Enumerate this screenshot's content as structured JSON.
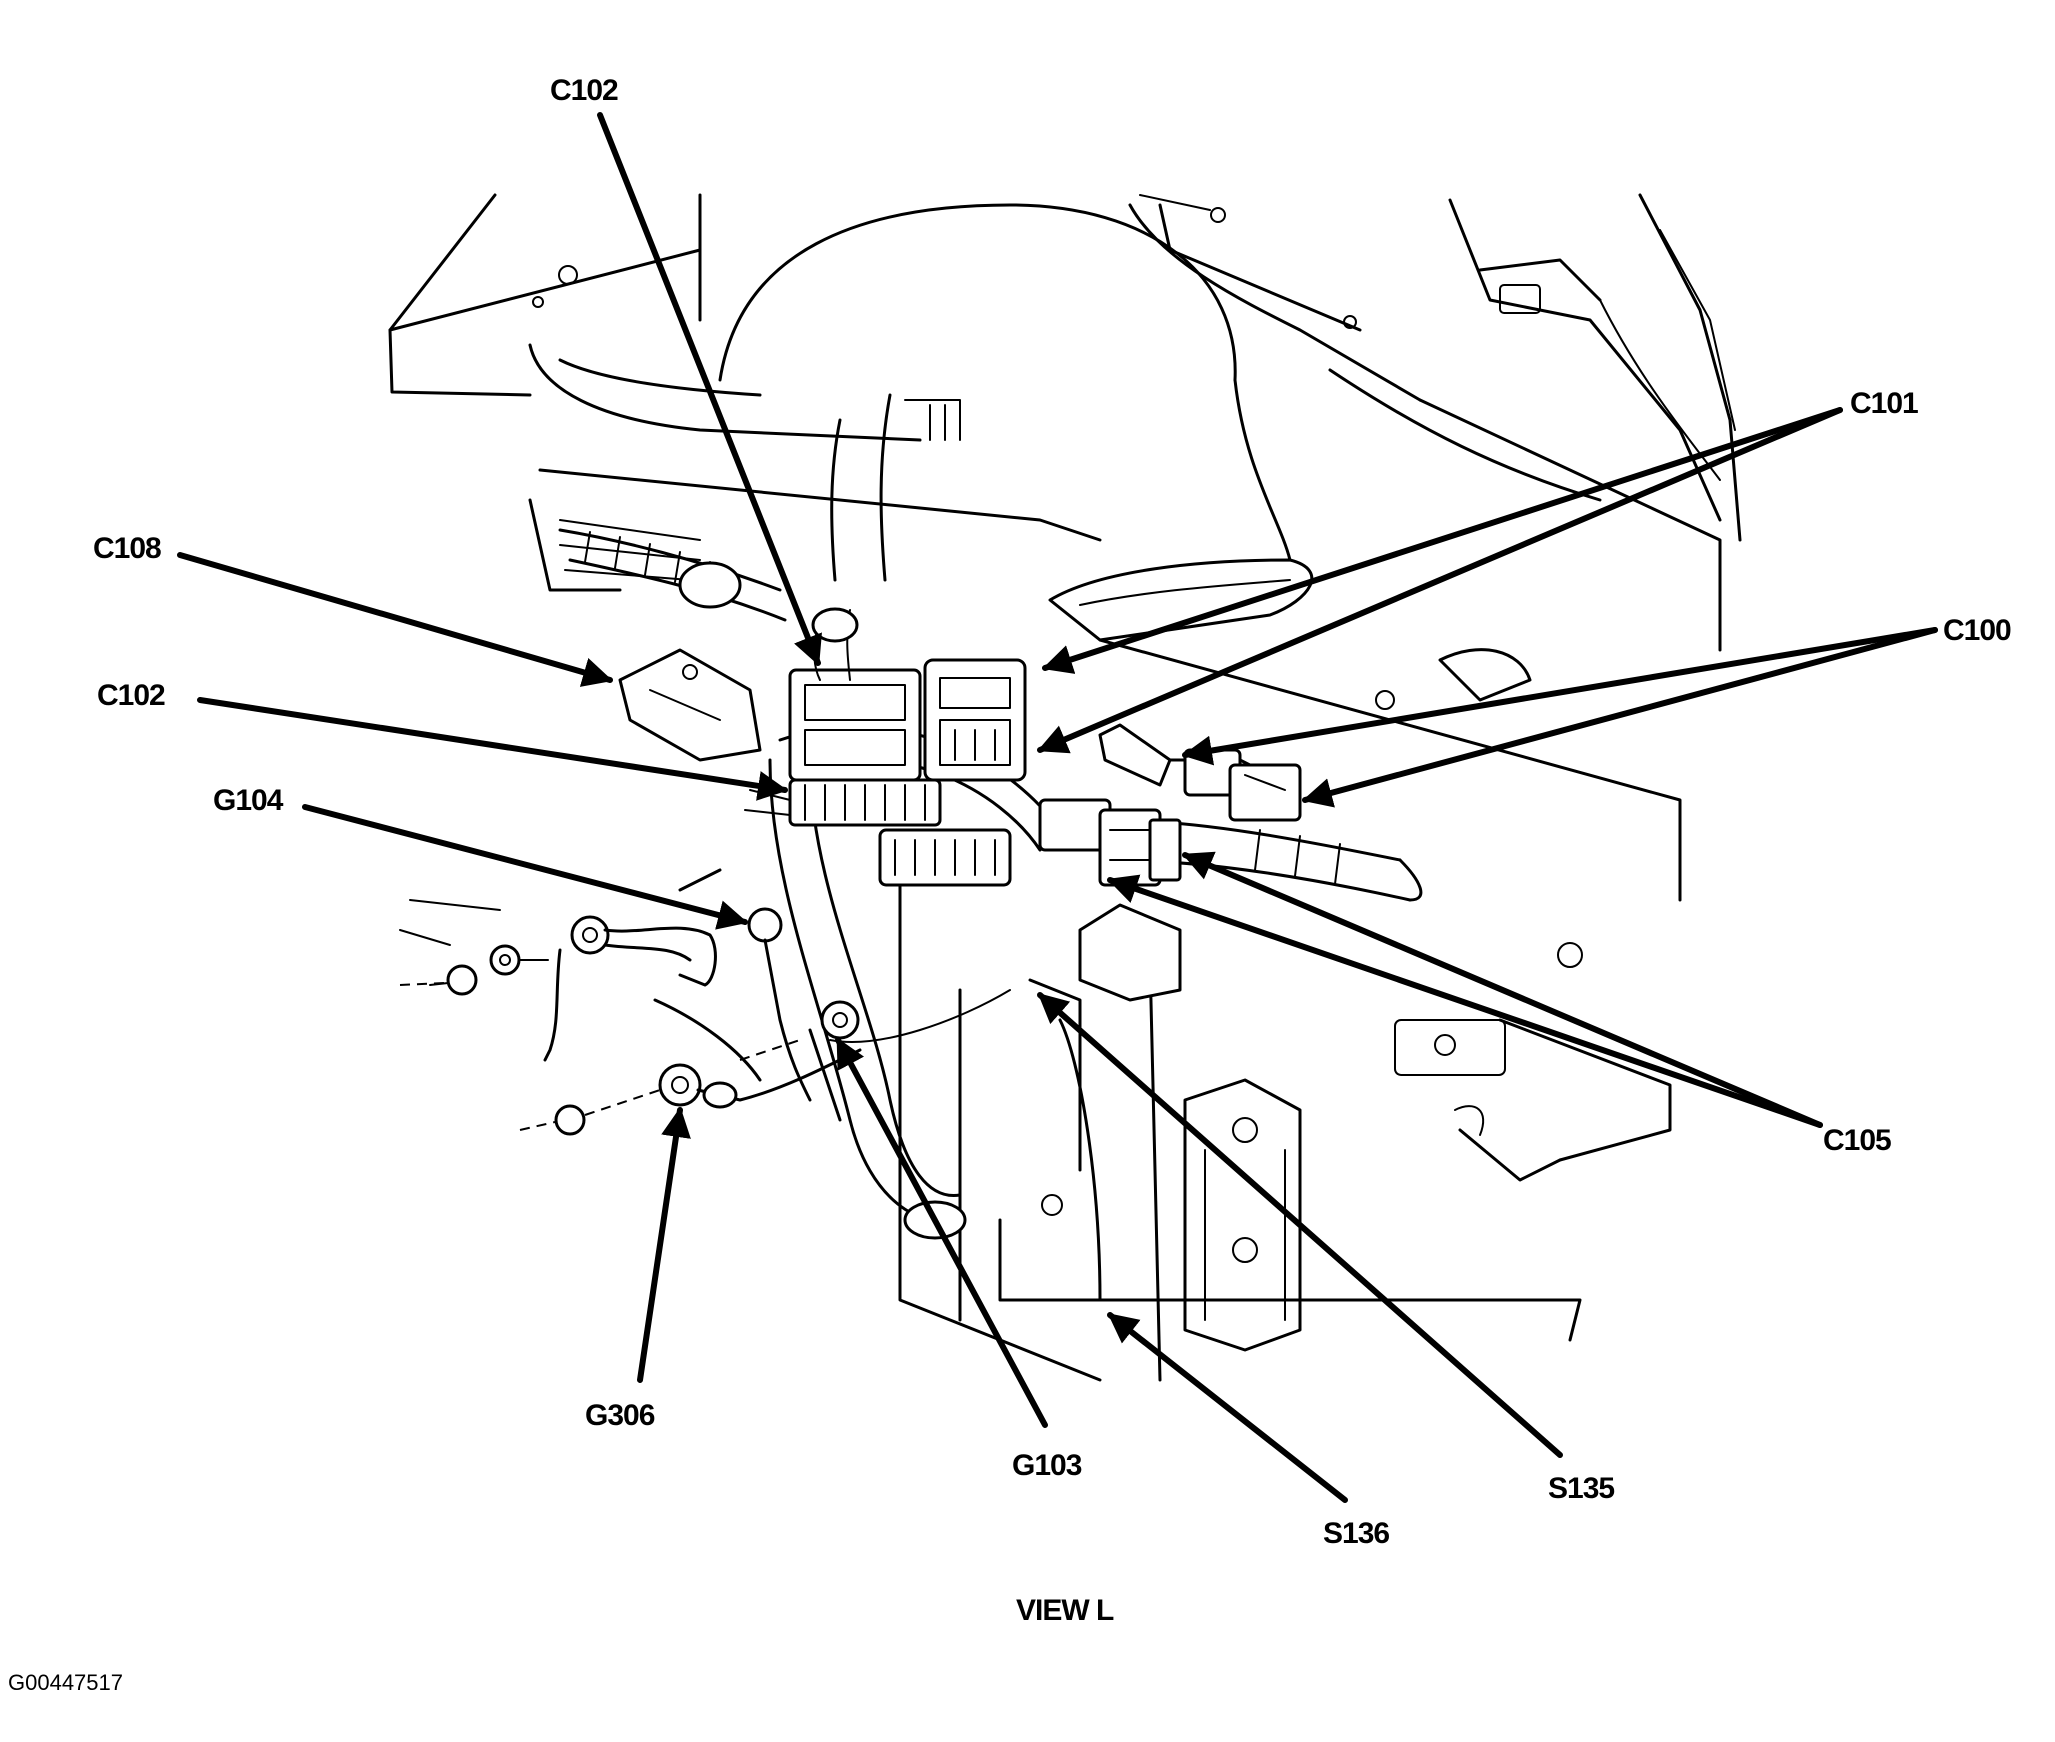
{
  "labels": {
    "c102_top": "C102",
    "c101": "C101",
    "c108": "C108",
    "c100": "C100",
    "c102_left": "C102",
    "g104": "G104",
    "c105": "C105",
    "g306": "G306",
    "g103": "G103",
    "s135": "S135",
    "s136": "S136"
  },
  "caption": "VIEW L",
  "figure_id": "G00447517"
}
